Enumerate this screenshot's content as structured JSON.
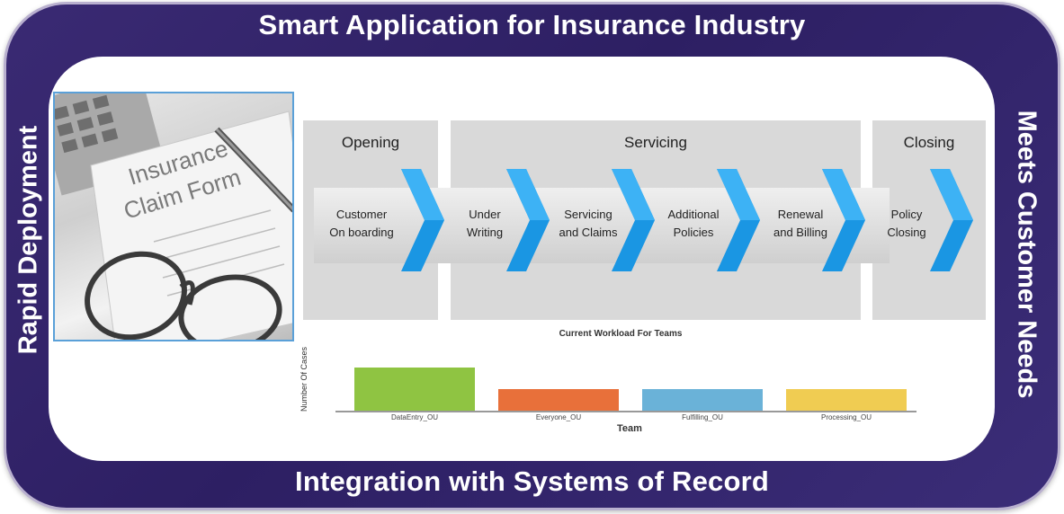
{
  "header": {
    "title": "Smart Application for Insurance Industry"
  },
  "footer": {
    "title": "Integration with Systems of Record"
  },
  "left_side": {
    "title": "Rapid Deployment"
  },
  "right_side": {
    "title": "Meets Customer Needs"
  },
  "photo": {
    "form_line1": "Insurance",
    "form_line2": "Claim Form"
  },
  "process": {
    "phases": [
      "Opening",
      "Servicing",
      "Closing"
    ],
    "steps": [
      {
        "line1": "Customer",
        "line2": "On boarding"
      },
      {
        "line1": "Under",
        "line2": "Writing"
      },
      {
        "line1": "Servicing",
        "line2": "and Claims"
      },
      {
        "line1": "Additional",
        "line2": "Policies"
      },
      {
        "line1": "Renewal",
        "line2": "and Billing"
      },
      {
        "line1": "Policy",
        "line2": "Closing"
      }
    ],
    "chevron_color": "#1a96e3"
  },
  "chart_data": {
    "type": "bar",
    "title": "Current Workload For Teams",
    "xlabel": "Team",
    "ylabel": "Number Of Cases",
    "categories": [
      "DataEntry_OU",
      "Everyone_OU",
      "Fulfilling_OU",
      "Processing_OU"
    ],
    "values": [
      2,
      1,
      1,
      1
    ],
    "ylim": [
      0,
      2.2
    ],
    "colors": [
      "#8fc442",
      "#e8703a",
      "#6ab2d8",
      "#f0cc52"
    ],
    "grid": false
  }
}
